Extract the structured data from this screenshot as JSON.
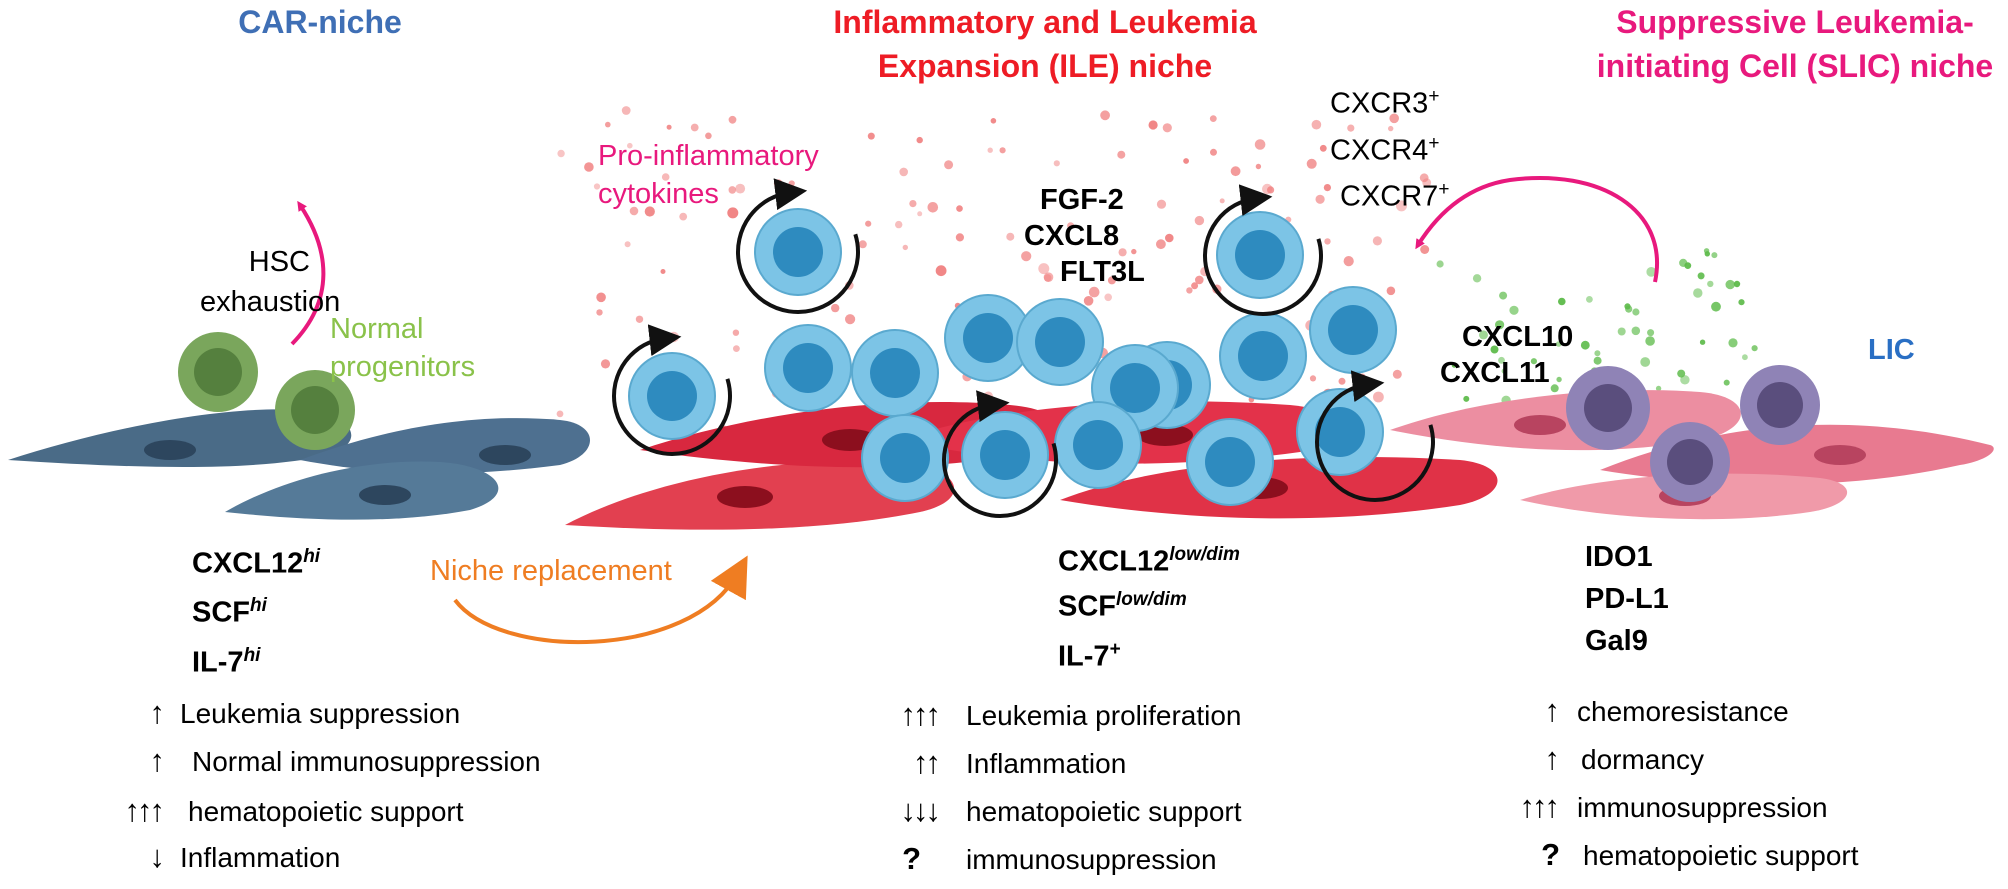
{
  "niches": {
    "car": {
      "title": "CAR-niche",
      "normal_progenitors": "Normal\nprogenitors",
      "hsc_exhaustion": "HSC\nexhaustion",
      "markers": [
        {
          "name": "CXCL12",
          "sup": "hi"
        },
        {
          "name": "SCF",
          "sup": "hi"
        },
        {
          "name": "IL-7",
          "sup": "hi"
        }
      ],
      "effects": [
        {
          "arrows": "↑",
          "label": "Leukemia suppression"
        },
        {
          "arrows": "↑",
          "label": "Normal immunosuppression"
        },
        {
          "arrows": "↑↑↑",
          "label": "hematopoietic support"
        },
        {
          "arrows": "↓",
          "label": "Inflammation"
        }
      ]
    },
    "ile": {
      "title": "Inflammatory and Leukemia\nExpansion (ILE) niche",
      "pro_inflammatory": "Pro-inflammatory\ncytokines",
      "factors": [
        "FGF-2",
        "CXCL8",
        "FLT3L"
      ],
      "markers": [
        {
          "name": "CXCL12",
          "sup": "low/dim"
        },
        {
          "name": "SCF",
          "sup": "low/dim"
        },
        {
          "name": "IL-7",
          "sup": "+"
        }
      ],
      "effects": [
        {
          "arrows": "↑↑↑",
          "label": "Leukemia proliferation"
        },
        {
          "arrows": "↑↑",
          "label": "Inflammation"
        },
        {
          "arrows": "↓↓↓",
          "label": "hematopoietic support"
        },
        {
          "arrows": "?",
          "label": "immunosuppression"
        }
      ]
    },
    "slic": {
      "title": "Suppressive Leukemia-\ninitiating Cell (SLIC) niche",
      "receptors": [
        {
          "name": "CXCR3",
          "sup": "+"
        },
        {
          "name": "CXCR4",
          "sup": "+"
        },
        {
          "name": "CXCR7",
          "sup": "+"
        }
      ],
      "chemokines": [
        "CXCL10",
        "CXCL11"
      ],
      "lic": "LIC",
      "markers": [
        "IDO1",
        "PD-L1",
        "Gal9"
      ],
      "effects": [
        {
          "arrows": "↑",
          "label": "chemoresistance"
        },
        {
          "arrows": "↑",
          "label": "dormancy"
        },
        {
          "arrows": "↑↑↑",
          "label": "immunosuppression"
        },
        {
          "arrows": "?",
          "label": "hematopoietic support"
        }
      ]
    }
  },
  "niche_replacement": "Niche replacement",
  "colors": {
    "car_title": "#3f6fb5",
    "ile_title": "#ee1c25",
    "slic_title": "#e8197d",
    "normal_progenitors": "#8ac24a",
    "pro_inflammatory": "#e8197d",
    "niche_replacement": "#ef7d22",
    "lic": "#2a6fc4",
    "car_stroma": "#4a6b87",
    "ile_stroma": "#e03247",
    "slic_stroma": "#e87a90",
    "leukemia_cell": "#7cc4e6",
    "leukemia_nucleus": "#2e8bbf",
    "progenitor_cell": "#7aa65c",
    "lic_cell": "#8f83b6"
  }
}
